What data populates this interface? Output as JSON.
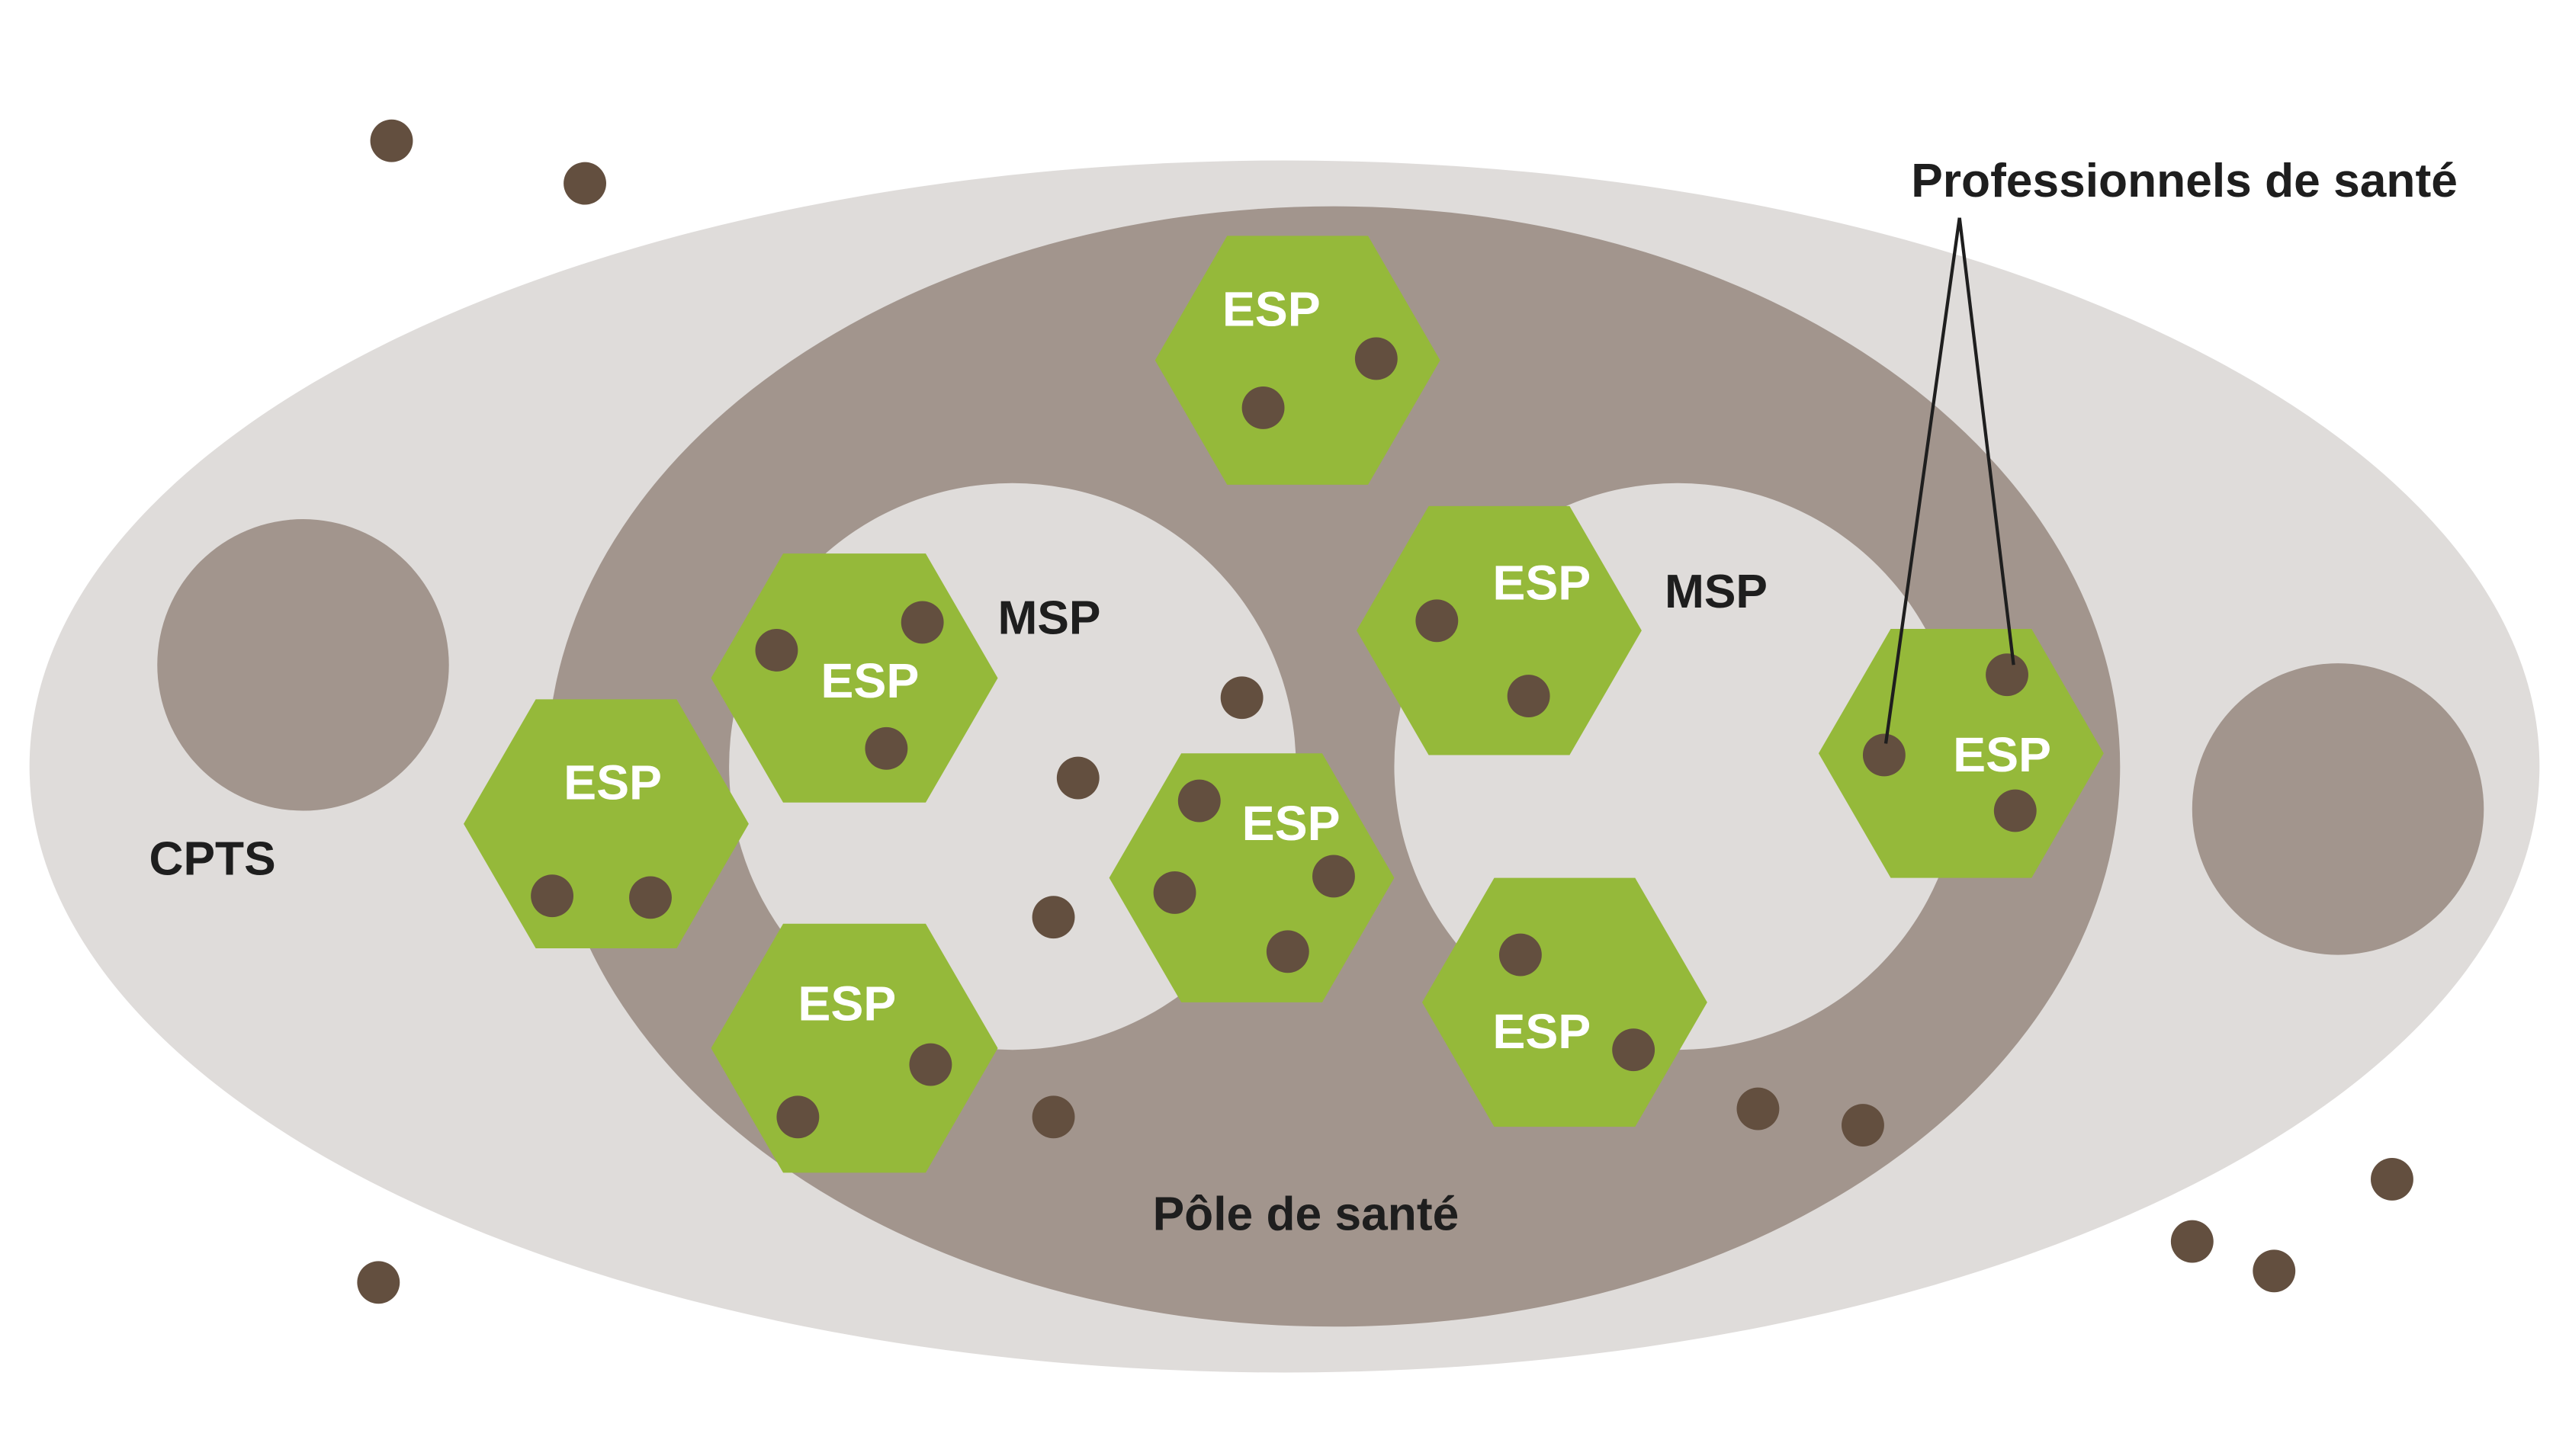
{
  "labels": {
    "cpts": "CPTS",
    "pole": "Pôle de santé",
    "msp_left": "MSP",
    "msp_right": "MSP",
    "professionals": "Professionnels de santé"
  },
  "esp_label": "ESP",
  "esp_count": 8,
  "colors": {
    "background": "#ffffff",
    "cpts_ellipse": "#dfdcda",
    "pole_ellipse": "#a2958d",
    "msp_circle": "#dfdcda",
    "side_circles": "#a2958d",
    "esp_hexagon": "#95b93a",
    "professional_dot": "#634f3f",
    "dark_text": "#1e1e1e",
    "light_text": "#ffffff"
  }
}
